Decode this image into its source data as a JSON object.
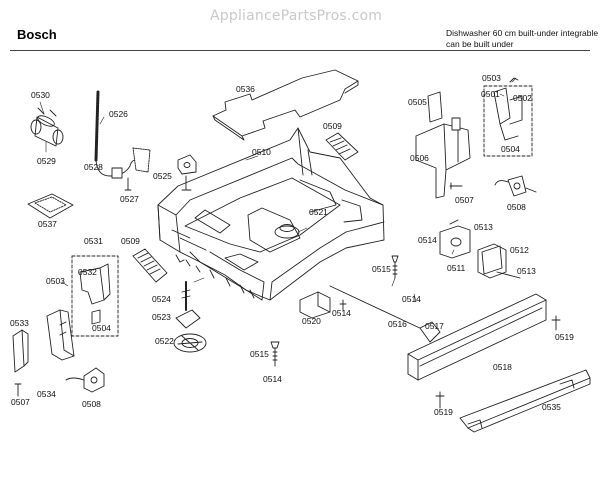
{
  "watermark": "AppliancePartsPros.com",
  "header": {
    "brand": "Bosch",
    "description_line1": "Dishwasher 60 cm built-under integrable",
    "description_line2": "can be built under"
  },
  "parts": {
    "p0530": "0530",
    "p0529": "0529",
    "p0526": "0526",
    "p0528": "0528",
    "p0527": "0527",
    "p0536": "0536",
    "p0537": "0537",
    "p0525": "0525",
    "p0510": "0510",
    "p0509a": "0509",
    "p0505": "0505",
    "p0503a": "0503",
    "p0501": "0501",
    "p0502": "0502",
    "p0506": "0506",
    "p0504a": "0504",
    "p0507a": "0507",
    "p0508a": "0508",
    "p0521": "0521",
    "p0531": "0531",
    "p0509b": "0509",
    "p0532": "0532",
    "p0503b": "0503",
    "p0504b": "0504",
    "p0533": "0533",
    "p0514a": "0514",
    "p0513a": "0513",
    "p0512": "0512",
    "p0511": "0511",
    "p0513b": "0513",
    "p0515a": "0515",
    "p0514b": "0514",
    "p0524": "0524",
    "p0523": "0523",
    "p0522": "0522",
    "p0520": "0520",
    "p0514c": "0514",
    "p0516": "0516",
    "p0517": "0517",
    "p0519a": "0519",
    "p0515b": "0515",
    "p0514d": "0514",
    "p0518": "0518",
    "p0507b": "0507",
    "p0534": "0534",
    "p0508b": "0508",
    "p0519b": "0519",
    "p0535": "0535"
  }
}
